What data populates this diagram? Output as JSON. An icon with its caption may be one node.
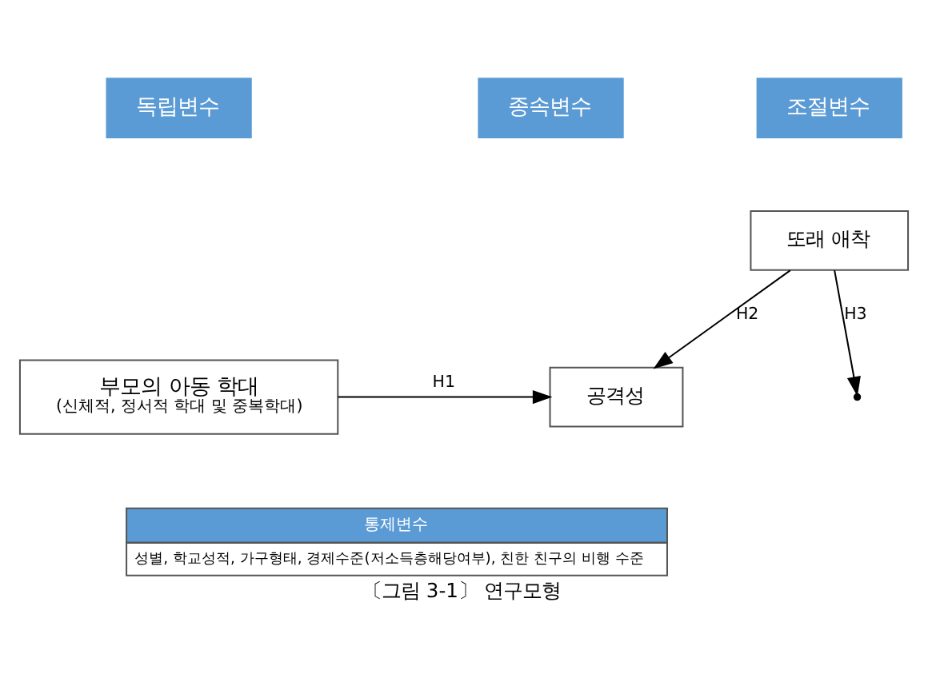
{
  "diagram": {
    "caption": "〔그림 3-1〕 연구모형",
    "nodes": [
      {
        "text": [
          "독립변수"
        ]
      },
      {
        "text": [
          "조절변수"
        ]
      },
      {
        "text": [
          "종속변수"
        ]
      },
      {
        "text": [
          "또래 애착"
        ]
      },
      {
        "text": [
          "부모의 아동 학대",
          "(신체적, 정서적 학대 및 중복학대)"
        ]
      },
      {
        "text": [
          "공격성"
        ]
      },
      {
        "text": [
          "통제변수",
          "성별, 학교성적, 가구형태, 경제수준(저소득층해당여부), 친한 친구의 비행 수준"
        ]
      }
    ],
    "edges": [
      {
        "from": 4,
        "to": 5,
        "arrow": "to",
        "label": "H1"
      },
      {
        "from": 3,
        "to": 5,
        "arrow": "to",
        "label": "H2"
      },
      {
        "from": 3,
        "to": null,
        "arrow": "to",
        "label": "H3"
      }
    ]
  }
}
